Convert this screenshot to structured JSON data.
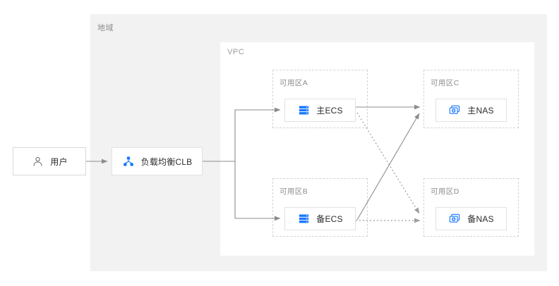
{
  "diagram": {
    "title": "",
    "colors": {
      "region_bg": "#f2f2f2",
      "vpc_bg": "#ffffff",
      "accent_blue": "#1677ff",
      "icon_gray": "#6b6b6b",
      "line_gray": "#8c8c8c",
      "label_gray": "#8c8c8c",
      "card_border": "#e2e2e2",
      "az_border": "#d4d4d4"
    },
    "region": {
      "label": "地域"
    },
    "vpc": {
      "label": "VPC"
    },
    "zones": [
      {
        "id": "az-a",
        "label": "可用区A"
      },
      {
        "id": "az-b",
        "label": "可用区B"
      },
      {
        "id": "az-c",
        "label": "可用区C"
      },
      {
        "id": "az-d",
        "label": "可用区D"
      }
    ],
    "nodes": [
      {
        "id": "user",
        "label": "用户",
        "icon": "user-icon",
        "icon_color": "#6b6b6b"
      },
      {
        "id": "clb",
        "label": "负载均衡CLB",
        "icon": "load-balancer-icon",
        "icon_color": "#1677ff"
      },
      {
        "id": "ecs-pri",
        "label": "主ECS",
        "icon": "server-stack-icon",
        "icon_color": "#1677ff"
      },
      {
        "id": "ecs-bak",
        "label": "备ECS",
        "icon": "server-stack-icon",
        "icon_color": "#1677ff"
      },
      {
        "id": "nas-pri",
        "label": "主NAS",
        "icon": "nas-storage-icon",
        "icon_color": "#1677ff"
      },
      {
        "id": "nas-bak",
        "label": "备NAS",
        "icon": "nas-storage-icon",
        "icon_color": "#1677ff"
      }
    ],
    "connections": [
      {
        "id": "user-to-clb",
        "from": "user",
        "to": "clb",
        "style": "solid",
        "arrow": "end"
      },
      {
        "id": "clb-to-ecs-pri",
        "from": "clb",
        "to": "ecs-pri",
        "style": "solid",
        "arrow": "end"
      },
      {
        "id": "clb-to-ecs-bak",
        "from": "clb",
        "to": "ecs-bak",
        "style": "solid",
        "arrow": "end"
      },
      {
        "id": "ecs-pri-to-nas-pri",
        "from": "ecs-pri",
        "to": "nas-pri",
        "style": "solid",
        "arrow": "end"
      },
      {
        "id": "ecs-pri-to-nas-bak",
        "from": "ecs-pri",
        "to": "nas-bak",
        "style": "dotted",
        "arrow": "end"
      },
      {
        "id": "ecs-bak-to-nas-pri",
        "from": "ecs-bak",
        "to": "nas-pri",
        "style": "solid",
        "arrow": "end"
      },
      {
        "id": "ecs-bak-to-nas-bak",
        "from": "ecs-bak",
        "to": "nas-bak",
        "style": "dotted",
        "arrow": "end"
      }
    ]
  }
}
